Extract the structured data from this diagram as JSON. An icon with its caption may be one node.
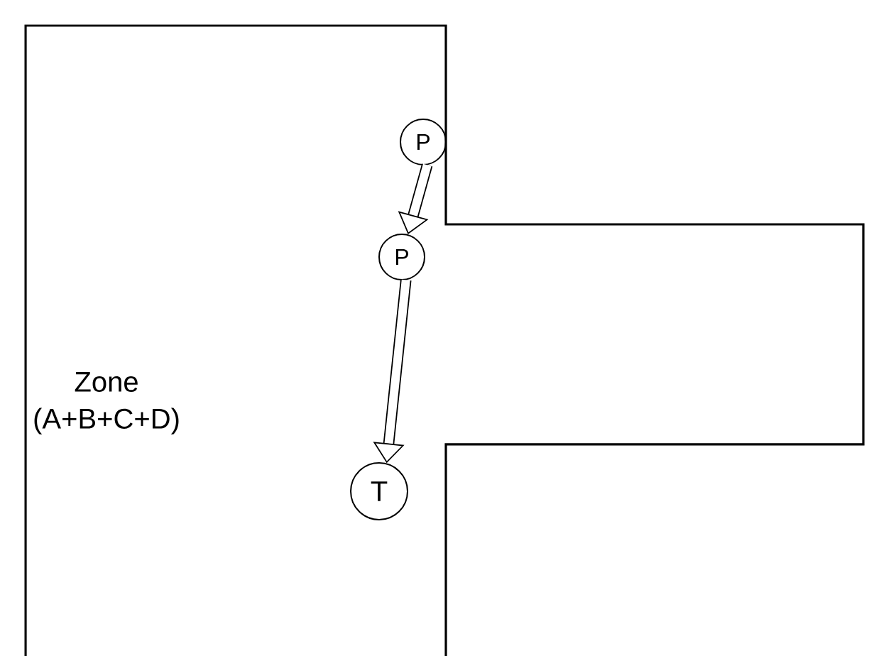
{
  "diagram": {
    "nodes": [
      {
        "text": [
          "Zone (A+B+C+D)"
        ]
      },
      {
        "text": [
          "P"
        ],
        "in": 0
      },
      {
        "text": [
          "P"
        ],
        "in": 0
      },
      {
        "text": [
          "T"
        ],
        "in": 0
      }
    ],
    "edges": [
      {
        "from": 1,
        "to": 2,
        "arrow": "to"
      },
      {
        "from": 2,
        "to": 3,
        "arrow": "to"
      }
    ]
  }
}
